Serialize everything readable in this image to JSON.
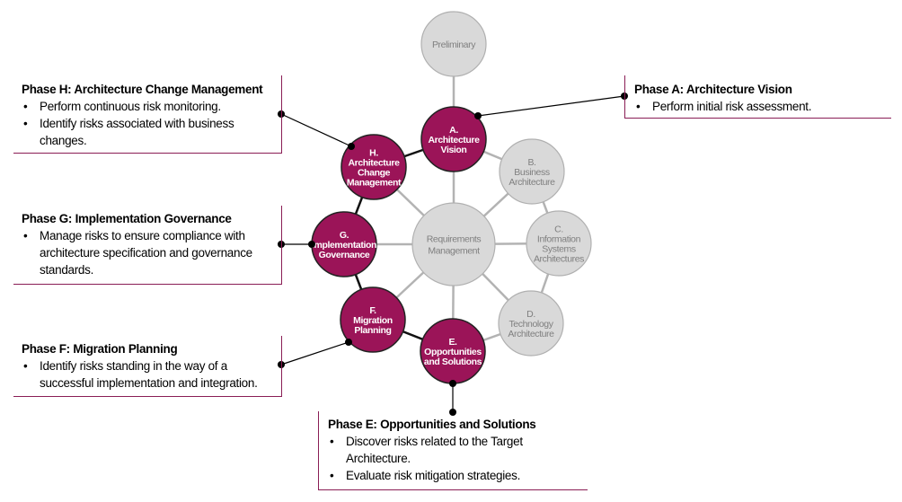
{
  "colors": {
    "active_fill": "#9b1458",
    "active_stroke": "#222222",
    "inactive_fill": "#d9d9d9",
    "inactive_stroke": "#b0b0b0",
    "inactive_text": "#7f7f7f",
    "spoke_color": "#b3b3b3",
    "callout_border": "#8a1d55",
    "connector": "#000000"
  },
  "nodes": {
    "preliminary": {
      "lines": [
        "Preliminary"
      ],
      "active": false
    },
    "requirements": {
      "lines": [
        "Requirements",
        "Management"
      ],
      "active": false
    },
    "a": {
      "lines": [
        "A.",
        "Architecture",
        "Vision"
      ],
      "active": true
    },
    "b": {
      "lines": [
        "B.",
        "Business",
        "Architecture"
      ],
      "active": false
    },
    "c": {
      "lines": [
        "C.",
        "Information",
        "Systems",
        "Architectures"
      ],
      "active": false
    },
    "d": {
      "lines": [
        "D.",
        "Technology",
        "Architecture"
      ],
      "active": false
    },
    "e": {
      "lines": [
        "E.",
        "Opportunities",
        "and Solutions"
      ],
      "active": true
    },
    "f": {
      "lines": [
        "F.",
        "Migration",
        "Planning"
      ],
      "active": true
    },
    "g": {
      "lines": [
        "G.",
        "Implementation",
        "Governance"
      ],
      "active": true
    },
    "h": {
      "lines": [
        "H.",
        "Architecture",
        "Change",
        "Management"
      ],
      "active": true
    }
  },
  "callouts": {
    "h": {
      "title": "Phase H: Architecture Change Management",
      "bullets": [
        "Perform continuous risk monitoring.",
        "Identify risks associated with business changes."
      ]
    },
    "a": {
      "title": "Phase A: Architecture Vision",
      "bullets": [
        "Perform initial risk assessment."
      ]
    },
    "g": {
      "title": "Phase G: Implementation Governance",
      "bullets": [
        "Manage risks to ensure compliance with architecture specification and governance standards."
      ]
    },
    "f": {
      "title": "Phase F: Migration Planning",
      "bullets": [
        "Identify risks standing in the way of a successful implementation and integration."
      ]
    },
    "e": {
      "title": "Phase E: Opportunities and Solutions",
      "bullets": [
        "Discover risks related to the Target Architecture.",
        "Evaluate risk mitigation strategies."
      ]
    }
  }
}
